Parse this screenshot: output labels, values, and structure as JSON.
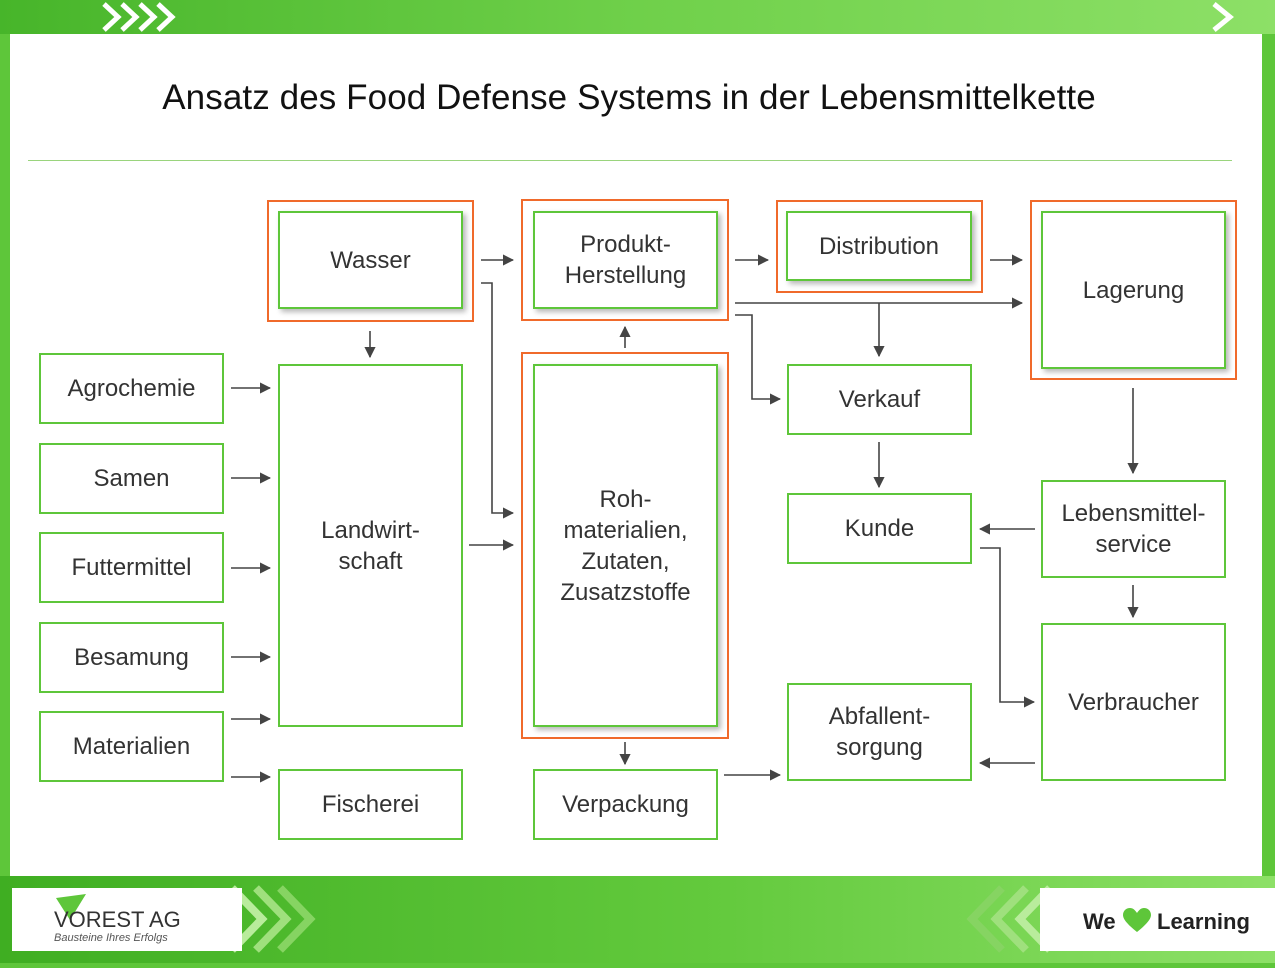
{
  "title": "Ansatz des Food Defense Systems in der Lebensmittelkette",
  "nodes": {
    "wasser": "Wasser",
    "produkt": "Produkt-\nHerstellung",
    "distribution": "Distribution",
    "lagerung": "Lagerung",
    "agrochemie": "Agrochemie",
    "samen": "Samen",
    "futtermittel": "Futtermittel",
    "besamung": "Besamung",
    "materialien": "Materialien",
    "landwirtschaft": "Landwirt-\nschaft",
    "fischerei": "Fischerei",
    "rohmaterialien": "Roh-\nmaterialien,\nZutaten,\nZusatzstoffe",
    "verpackung": "Verpackung",
    "verkauf": "Verkauf",
    "kunde": "Kunde",
    "abfallentsorgung": "Abfallent-\nsorgung",
    "lebensmittelservice": "Lebensmittel-\nservice",
    "verbraucher": "Verbraucher"
  },
  "highlighted_nodes": [
    "wasser",
    "produkt",
    "distribution",
    "lagerung",
    "rohmaterialien"
  ],
  "edges": [
    [
      "agrochemie",
      "landwirtschaft"
    ],
    [
      "samen",
      "landwirtschaft"
    ],
    [
      "futtermittel",
      "landwirtschaft"
    ],
    [
      "besamung",
      "landwirtschaft"
    ],
    [
      "materialien",
      "landwirtschaft"
    ],
    [
      "materialien",
      "fischerei"
    ],
    [
      "wasser",
      "landwirtschaft"
    ],
    [
      "wasser",
      "produkt"
    ],
    [
      "wasser",
      "rohmaterialien"
    ],
    [
      "landwirtschaft",
      "rohmaterialien"
    ],
    [
      "rohmaterialien",
      "produkt"
    ],
    [
      "rohmaterialien",
      "verpackung"
    ],
    [
      "produkt",
      "distribution"
    ],
    [
      "produkt",
      "lagerung"
    ],
    [
      "produkt",
      "verkauf"
    ],
    [
      "distribution",
      "lagerung"
    ],
    [
      "distribution",
      "verkauf"
    ],
    [
      "verkauf",
      "kunde"
    ],
    [
      "lagerung",
      "lebensmittelservice"
    ],
    [
      "lebensmittelservice",
      "kunde"
    ],
    [
      "lebensmittelservice",
      "verbraucher"
    ],
    [
      "kunde",
      "verbraucher"
    ],
    [
      "verbraucher",
      "abfallentsorgung"
    ],
    [
      "verpackung",
      "abfallentsorgung"
    ]
  ],
  "colors": {
    "brand_green": "#5ec63a",
    "highlight_orange": "#f06a2b",
    "arrow": "#444444",
    "heart": "#5ec63a"
  },
  "footer": {
    "logo_name": "VOREST AG",
    "logo_tagline": "Bausteine Ihres Erfolgs",
    "slogan_we": "We",
    "slogan_learning": "Learning",
    "slogan_icon": "heart-icon"
  }
}
